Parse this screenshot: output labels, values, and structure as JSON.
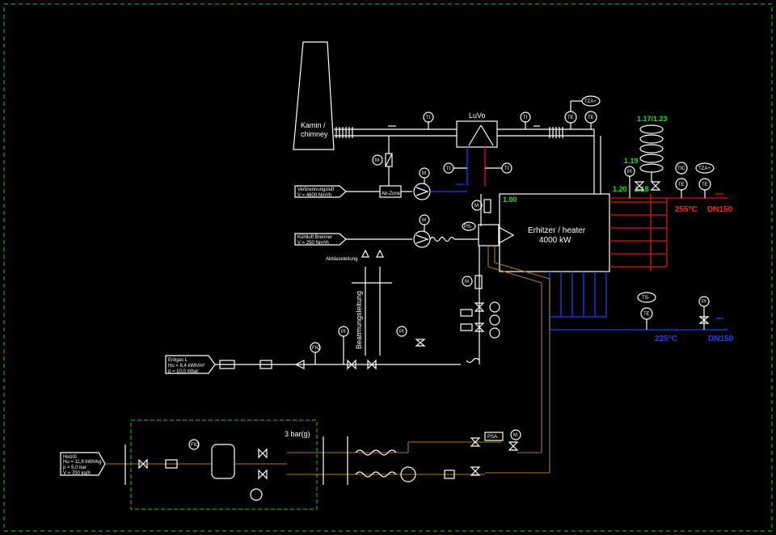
{
  "labels": {
    "chimney": "Kamin /",
    "chimney2": "chimney",
    "luvo": "LuVo",
    "heater1": "Erhitzer / heater",
    "heater2": "4000 kW",
    "ventilation": "Beatmungsleitung",
    "three_bar": "3 bar(g)",
    "temp_out": "255°C",
    "dn_out": "DN150",
    "temp_in": "225°C",
    "dn_in": "DN150",
    "val_117": "1.17/1.23",
    "val_119": "1.19",
    "val_120": "1.20",
    "val_118": "1.18",
    "val_100": "1.00"
  },
  "instruments": {
    "ti1": "TI",
    "ti2": "TI",
    "ti3": "TI",
    "ti4": "TI",
    "tza1": "TZA+",
    "te1": "TE",
    "te2": "TE",
    "pi1": "PI",
    "tic": "TIC",
    "tza2": "TZA+",
    "te3": "TE",
    "te4": "TE",
    "ts": "TS-",
    "te5": "TE",
    "pi2": "PI",
    "fiq1": "FIQ",
    "pi3": "PI",
    "pi4": "PI",
    "fiq2": "FIQ",
    "psa": "PSA-",
    "m": "M",
    "ps": "PS-"
  },
  "boxes": {
    "air1": "Verbrennungsluft",
    "air1b": "V = 4600 Nm³/h",
    "air2": "Kühlluft Brenner",
    "air2b": "V = 250 Nm³/h",
    "gas1": "Erdgas L",
    "gas1b": "Hu = 8,4 kWh/m³",
    "gas1c": "p = 10,0 mbar",
    "oil": "Heizöl",
    "oil1": "Hu = 11,9 kWh/kg",
    "oil2": "p = 5,0 bar",
    "oil3": "V = 700 kg/h"
  },
  "colors": {
    "background": "#000000",
    "frame": "#22cc22",
    "hot": "#e01010",
    "cold": "#1a3cff",
    "oil": "#b07828"
  }
}
